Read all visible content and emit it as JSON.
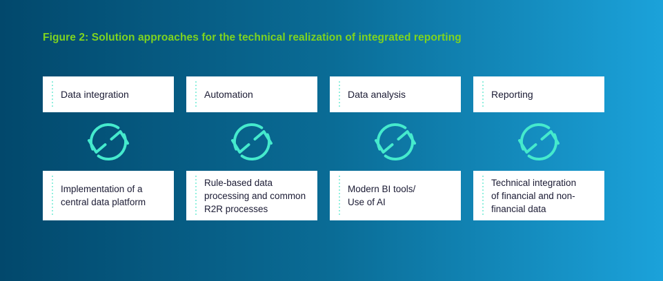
{
  "title": "Figure 2: Solution approaches for the technical realization of integrated reporting",
  "colors": {
    "background_left": "#02486C",
    "background_right": "#1BA2DA",
    "title_green": "#7FD41F",
    "card_background": "#FFFFFF",
    "card_text": "#1A1A33",
    "dotted_accent": "#90F0DE",
    "sync_icon": "#45EACD"
  },
  "columns": [
    {
      "header": "Data integration",
      "icon": "sync-arrows-icon",
      "detail": "Implementation of a\ncentral data platform"
    },
    {
      "header": "Automation",
      "icon": "sync-arrows-icon",
      "detail": "Rule-based data\nprocessing and common\nR2R processes"
    },
    {
      "header": "Data analysis",
      "icon": "sync-arrows-icon",
      "detail": "Modern BI tools/\nUse of AI"
    },
    {
      "header": "Reporting",
      "icon": "sync-arrows-icon",
      "detail": "Technical integration\nof financial and non-\nfinancial data"
    }
  ]
}
